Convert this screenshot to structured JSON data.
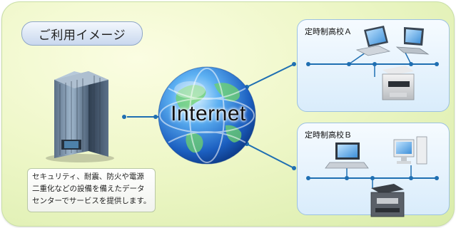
{
  "title": "ご利用イメージ",
  "internet_label": "Internet",
  "schools": [
    {
      "label": "定時制高校Ａ"
    },
    {
      "label": "定時制高校Ｂ"
    }
  ],
  "caption_lines": [
    "セキュリティ、耐震、防火や電源",
    "二重化などの設備を備えたデータ",
    "センターでサービスを提供します。"
  ],
  "colors": {
    "panel_bg": "#eef7c8",
    "line": "#1f6fb2",
    "globe": "#2f7fd9",
    "school_box": "#d9ecfb"
  }
}
